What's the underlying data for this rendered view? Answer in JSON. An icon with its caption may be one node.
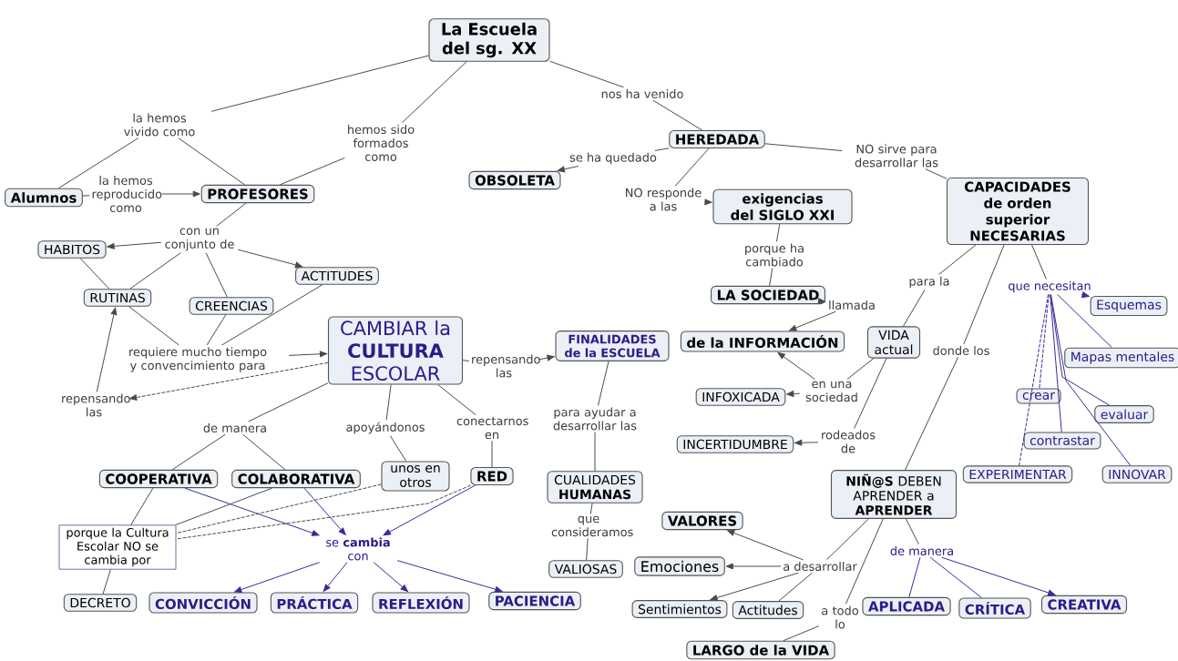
{
  "diagram": {
    "nodes": [
      {
        "text": [
          "La Escuela del sg. XX"
        ]
      },
      {
        "text": [
          "Alumnos"
        ]
      },
      {
        "text": [
          "PROFESORES"
        ]
      },
      {
        "text": [
          "OBSOLETA"
        ]
      },
      {
        "text": [
          "HEREDADA"
        ]
      },
      {
        "text": [
          "exigencias del SIGLO XXI"
        ]
      },
      {
        "text": [
          "CAPACIDADES de orden superior NECESARIAS"
        ]
      },
      {
        "text": [
          "HABITOS"
        ]
      },
      {
        "text": [
          "ACTITUDES"
        ]
      },
      {
        "text": [
          "RUTINAS"
        ]
      },
      {
        "text": [
          "CREENCIAS"
        ]
      },
      {
        "text": [
          "LA SOCIEDAD"
        ]
      },
      {
        "text": [
          "de la INFORMACIÓN"
        ]
      },
      {
        "text": [
          "Esquemas"
        ]
      },
      {
        "text": [
          "VIDA actual"
        ]
      },
      {
        "text": [
          "Mapas mentales"
        ]
      },
      {
        "text": [
          "CAMBIAR la **CULTURA** ESCOLAR"
        ]
      },
      {
        "text": [
          "FINALIDADES de la ESCUELA"
        ]
      },
      {
        "text": [
          "INFOXICADA"
        ]
      },
      {
        "text": [
          "crear"
        ]
      },
      {
        "text": [
          "evaluar"
        ]
      },
      {
        "text": [
          "INCERTIDUMBRE"
        ]
      },
      {
        "text": [
          "contrastar"
        ]
      },
      {
        "text": [
          "unos en otros"
        ]
      },
      {
        "text": [
          "COOPERATIVA"
        ]
      },
      {
        "text": [
          "COLABORATIVA"
        ]
      },
      {
        "text": [
          "RED"
        ]
      },
      {
        "text": [
          "CUALIDADES **HUMANAS**"
        ]
      },
      {
        "text": [
          "EXPERIMENTAR"
        ]
      },
      {
        "text": [
          "INNOVAR"
        ]
      },
      {
        "text": [
          "**NIÑ@S** DEBEN APRENDER a **APRENDER**"
        ]
      },
      {
        "text": [
          "porque la Cultura Escolar NO se cambia por"
        ]
      },
      {
        "text": [
          "VALORES"
        ]
      },
      {
        "text": [
          "Emociones"
        ]
      },
      {
        "text": [
          "VALIOSAS"
        ]
      },
      {
        "text": [
          "DECRETO"
        ]
      },
      {
        "text": [
          "CONVICCIÓN"
        ]
      },
      {
        "text": [
          "PRÁCTICA"
        ]
      },
      {
        "text": [
          "REFLEXIÓN"
        ]
      },
      {
        "text": [
          "PACIENCIA"
        ]
      },
      {
        "text": [
          "Sentimientos"
        ]
      },
      {
        "text": [
          "Actitudes"
        ]
      },
      {
        "text": [
          "APLICADA"
        ]
      },
      {
        "text": [
          "CRÍTICA"
        ]
      },
      {
        "text": [
          "CREATIVA"
        ]
      },
      {
        "text": [
          "LARGO de la VIDA"
        ]
      },
      {
        "text": [
          "la hemos vivido como"
        ]
      },
      {
        "text": [
          "hemos sido formados como"
        ]
      },
      {
        "text": [
          "la hemos reproducido como"
        ]
      },
      {
        "text": [
          "nos ha venido"
        ]
      },
      {
        "text": [
          "se ha quedado"
        ]
      },
      {
        "text": [
          "NO responde a las"
        ]
      },
      {
        "text": [
          "NO sirve para desarrollar las"
        ]
      },
      {
        "text": [
          "con un conjunto de"
        ]
      },
      {
        "text": [
          "porque ha cambiado"
        ]
      },
      {
        "text": [
          "llamada"
        ]
      },
      {
        "text": [
          "para la"
        ]
      },
      {
        "text": [
          "que necesitan"
        ]
      },
      {
        "text": [
          "donde los"
        ]
      },
      {
        "text": [
          "requiere mucho tiempo y convencimiento para"
        ]
      },
      {
        "text": [
          "repensando las"
        ]
      },
      {
        "text": [
          "repensando las"
        ]
      },
      {
        "text": [
          "en una sociedad"
        ]
      },
      {
        "text": [
          "rodeados de"
        ]
      },
      {
        "text": [
          "de manera"
        ]
      },
      {
        "text": [
          "apoyándonos"
        ]
      },
      {
        "text": [
          "conectarnos en"
        ]
      },
      {
        "text": [
          "para ayudar a desarrollar las"
        ]
      },
      {
        "text": [
          "que consideramos"
        ]
      },
      {
        "text": [
          "se **cambia** con"
        ]
      },
      {
        "text": [
          "a desarrollar"
        ]
      },
      {
        "text": [
          "a todo lo"
        ]
      },
      {
        "text": [
          "de manera"
        ]
      }
    ],
    "edges": [
      {
        "from": 0,
        "to": 46,
        "arrow": "none"
      },
      {
        "from": 46,
        "to": 1,
        "arrow": "none"
      },
      {
        "from": 46,
        "to": 2,
        "arrow": "none"
      },
      {
        "from": 0,
        "to": 47,
        "arrow": "none"
      },
      {
        "from": 47,
        "to": 2,
        "arrow": "none"
      },
      {
        "from": 1,
        "to": 48,
        "arrow": "none"
      },
      {
        "from": 48,
        "to": 2,
        "arrow": "to"
      },
      {
        "from": 0,
        "to": 49,
        "arrow": "none"
      },
      {
        "from": 49,
        "to": 4,
        "arrow": "none"
      },
      {
        "from": 4,
        "to": 50,
        "arrow": "none"
      },
      {
        "from": 50,
        "to": 3,
        "arrow": "to"
      },
      {
        "from": 4,
        "to": 51,
        "arrow": "none"
      },
      {
        "from": 51,
        "to": 5,
        "arrow": "to"
      },
      {
        "from": 4,
        "to": 52,
        "arrow": "none"
      },
      {
        "from": 52,
        "to": 6,
        "arrow": "none"
      },
      {
        "from": 2,
        "to": 53,
        "arrow": "none"
      },
      {
        "from": 53,
        "to": 7,
        "arrow": "to"
      },
      {
        "from": 53,
        "to": 8,
        "arrow": "to"
      },
      {
        "from": 53,
        "to": 9,
        "arrow": "none"
      },
      {
        "from": 53,
        "to": 10,
        "arrow": "none"
      },
      {
        "from": 5,
        "to": 54,
        "arrow": "none"
      },
      {
        "from": 54,
        "to": 11,
        "arrow": "none"
      },
      {
        "from": 11,
        "to": 55,
        "arrow": "to"
      },
      {
        "from": 55,
        "to": 12,
        "arrow": "to"
      },
      {
        "from": 6,
        "to": 56,
        "arrow": "none"
      },
      {
        "from": 56,
        "to": 14,
        "arrow": "none"
      },
      {
        "from": 6,
        "to": 58,
        "arrow": "none"
      },
      {
        "from": 58,
        "to": 30,
        "arrow": "none"
      },
      {
        "from": 6,
        "to": 57,
        "arrow": "none"
      },
      {
        "from": 57,
        "to": 13,
        "arrow": "to",
        "color": "#3b2a9a"
      },
      {
        "from": 57,
        "to": 15,
        "arrow": "none",
        "color": "#3b2a9a"
      },
      {
        "from": 57,
        "to": 19,
        "arrow": "none",
        "style": "dashed",
        "color": "#3b2a9a"
      },
      {
        "from": 57,
        "to": 22,
        "arrow": "none",
        "color": "#3b2a9a"
      },
      {
        "from": 57,
        "to": 28,
        "arrow": "none",
        "style": "dashed",
        "color": "#3b2a9a"
      },
      {
        "from": 57,
        "to": 20,
        "arrow": "none",
        "color": "#3b2a9a"
      },
      {
        "from": 57,
        "to": 29,
        "arrow": "none",
        "color": "#3b2a9a"
      },
      {
        "from": 7,
        "to": 9,
        "arrow": "none"
      },
      {
        "from": 9,
        "to": 59,
        "arrow": "none"
      },
      {
        "from": 10,
        "to": 59,
        "arrow": "none"
      },
      {
        "from": 8,
        "to": 59,
        "arrow": "none"
      },
      {
        "from": 59,
        "to": 16,
        "arrow": "to"
      },
      {
        "from": 16,
        "to": 60,
        "arrow": "to",
        "style": "dashed"
      },
      {
        "from": 60,
        "to": 9,
        "arrow": "to"
      },
      {
        "from": 16,
        "to": 61,
        "arrow": "none"
      },
      {
        "from": 61,
        "to": 17,
        "arrow": "to"
      },
      {
        "from": 16,
        "to": 64,
        "arrow": "none"
      },
      {
        "from": 64,
        "to": 24,
        "arrow": "none"
      },
      {
        "from": 64,
        "to": 25,
        "arrow": "none"
      },
      {
        "from": 16,
        "to": 65,
        "arrow": "none"
      },
      {
        "from": 65,
        "to": 23,
        "arrow": "none"
      },
      {
        "from": 16,
        "to": 66,
        "arrow": "none"
      },
      {
        "from": 66,
        "to": 26,
        "arrow": "none"
      },
      {
        "from": 24,
        "to": 69,
        "arrow": "to",
        "color": "#3b2a9a"
      },
      {
        "from": 25,
        "to": 69,
        "arrow": "to",
        "color": "#3b2a9a"
      },
      {
        "from": 26,
        "to": 69,
        "arrow": "to",
        "color": "#3b2a9a"
      },
      {
        "from": 24,
        "to": 31,
        "arrow": "none"
      },
      {
        "from": 25,
        "to": 31,
        "arrow": "none"
      },
      {
        "from": 23,
        "to": 31,
        "arrow": "none",
        "style": "dashed"
      },
      {
        "from": 26,
        "to": 31,
        "arrow": "none",
        "style": "dashed"
      },
      {
        "from": 31,
        "to": 35,
        "arrow": "none"
      },
      {
        "from": 69,
        "to": 36,
        "arrow": "to",
        "color": "#3b2a9a"
      },
      {
        "from": 69,
        "to": 37,
        "arrow": "to",
        "color": "#3b2a9a"
      },
      {
        "from": 69,
        "to": 38,
        "arrow": "to",
        "color": "#3b2a9a"
      },
      {
        "from": 69,
        "to": 39,
        "arrow": "to",
        "color": "#3b2a9a"
      },
      {
        "from": 17,
        "to": 67,
        "arrow": "none"
      },
      {
        "from": 67,
        "to": 27,
        "arrow": "none"
      },
      {
        "from": 27,
        "to": 68,
        "arrow": "none"
      },
      {
        "from": 68,
        "to": 34,
        "arrow": "none"
      },
      {
        "from": 14,
        "to": 62,
        "arrow": "none"
      },
      {
        "from": 62,
        "to": 12,
        "arrow": "to"
      },
      {
        "from": 62,
        "to": 18,
        "arrow": "to"
      },
      {
        "from": 14,
        "to": 63,
        "arrow": "none"
      },
      {
        "from": 63,
        "to": 21,
        "arrow": "to"
      },
      {
        "from": 30,
        "to": 70,
        "arrow": "none"
      },
      {
        "from": 70,
        "to": 32,
        "arrow": "to"
      },
      {
        "from": 70,
        "to": 33,
        "arrow": "to"
      },
      {
        "from": 70,
        "to": 40,
        "arrow": "to"
      },
      {
        "from": 70,
        "to": 41,
        "arrow": "none"
      },
      {
        "from": 30,
        "to": 71,
        "arrow": "none"
      },
      {
        "from": 71,
        "to": 45,
        "arrow": "none"
      },
      {
        "from": 30,
        "to": 72,
        "arrow": "none"
      },
      {
        "from": 72,
        "to": 42,
        "arrow": "none",
        "color": "#3b2a9a"
      },
      {
        "from": 72,
        "to": 43,
        "arrow": "none",
        "color": "#3b2a9a"
      },
      {
        "from": 72,
        "to": 44,
        "arrow": "to",
        "color": "#3b2a9a"
      }
    ]
  }
}
